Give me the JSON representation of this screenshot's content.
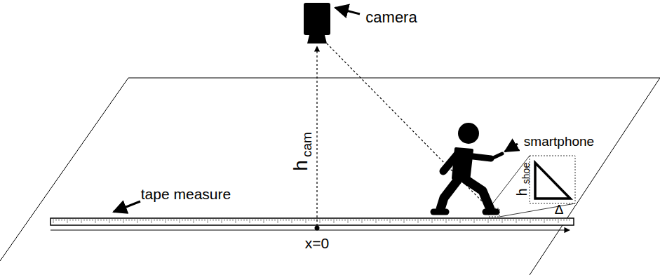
{
  "diagram": {
    "labels": [
      "camera",
      "smartphone",
      "tape measure",
      "h",
      "cam",
      "h",
      "shoe",
      "Δ",
      "x=0"
    ]
  }
}
